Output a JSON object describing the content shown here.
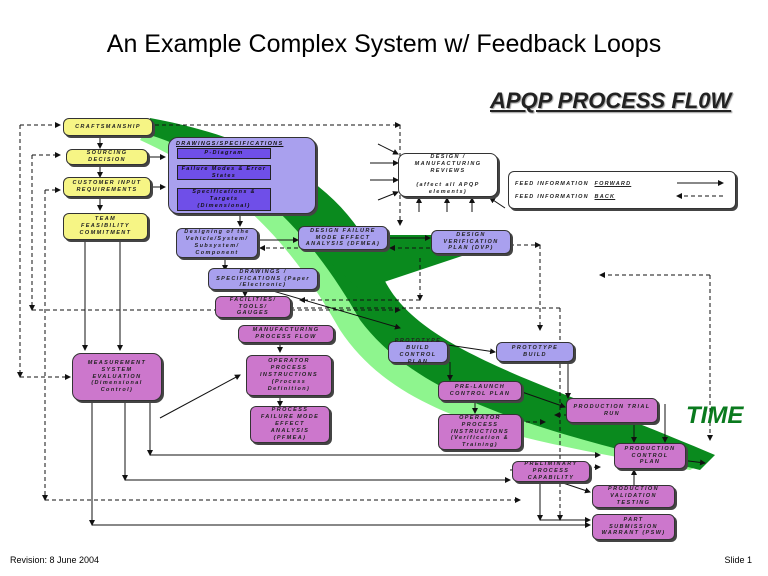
{
  "slide": {
    "title": "An Example Complex System w/ Feedback Loops",
    "diagram_title": "APQP PROCESS FL0W",
    "time_label": "TIME",
    "footer_left": "Revision:  8 June 2004",
    "footer_right": "Slide 1"
  },
  "colors": {
    "planning": "#f6f585",
    "product_design": "#a9a0ee",
    "process_design": "#cc77cc",
    "inner_box": "#6f4fe8",
    "time_band_dark": "#0a8a1e",
    "time_band_light": "#8ef58e"
  },
  "nodes": {
    "craftsmanship": "CRAFTSMANSHIP",
    "sourcing_decision": "SOURCING\nDECISION",
    "customer_input": "CUSTOMER INPUT\nREQUIREMENTS",
    "team_feasibility": "TEAM\nFEASIBILITY\nCOMMITMENT",
    "drawings_specs_title": "DRAWINGS/SPECIFICATIONS",
    "p_diagram": "P-Diagram",
    "failure_modes": "Failure Modes & Error\nStates",
    "specs_targets": "Specifications &\nTargets\n(Dimensional)",
    "designing_vehicle": "Designing of the\nVehicle/System/\nSubsystem/\nComponent",
    "dfmea": "DESIGN FAILURE\nMODE EFFECT\nANALYSIS (DFMEA)",
    "dvp": "DESIGN\nVERIFICATION\nPLAN (DVP)",
    "design_reviews": "DESIGN /\nMANUFACTURING\nREVIEWS\n\n(affect all APQP\nelements)",
    "drawings_paper": "DRAWINGS /\nSPECIFICATIONS (Paper\n/Electronic)",
    "facilities": "FACILITIES/\nTOOLS/\nGAUGES",
    "mfg_process_flow": "MANUFACTURING\nPROCESS FLOW",
    "operator_instr_1": "OPERATOR\nPROCESS\nINSTRUCTIONS\n(Process\nDefinition)",
    "pfmea": "PROCESS\nFAILURE MODE\nEFFECT\nANALYSIS\n(PFMEA)",
    "measurement_system": "MEASUREMENT\nSYSTEM\nEVALUATION\n(Dimensional\nControl)",
    "prototype_control_plan": "PROTOTYPE\nBUILD CONTROL\nPLAN",
    "prototype_build": "PROTOTYPE\nBUILD",
    "prelaunch_control_plan": "PRE-LAUNCH\nCONTROL PLAN",
    "operator_instr_2": "OPERATOR\nPROCESS\nINSTRUCTIONS\n(Verification &\nTraining)",
    "production_trial_run": "PRODUCTION TRIAL\nRUN",
    "production_control_plan": "PRODUCTION\nCONTROL\nPLAN",
    "preliminary_capability": "PRELIMINARY\nPROCESS\nCAPABILITY",
    "production_validation": "PRODUCTION\nVALIDATION\nTESTING",
    "ppap": "PART\nSUBMISSION\nWARRANT (PSW)"
  },
  "legend": {
    "forward_prefix": "FEED INFORMATION",
    "forward_word": "FORWARD",
    "back_prefix": "FEED INFORMATION",
    "back_word": "BACK"
  }
}
